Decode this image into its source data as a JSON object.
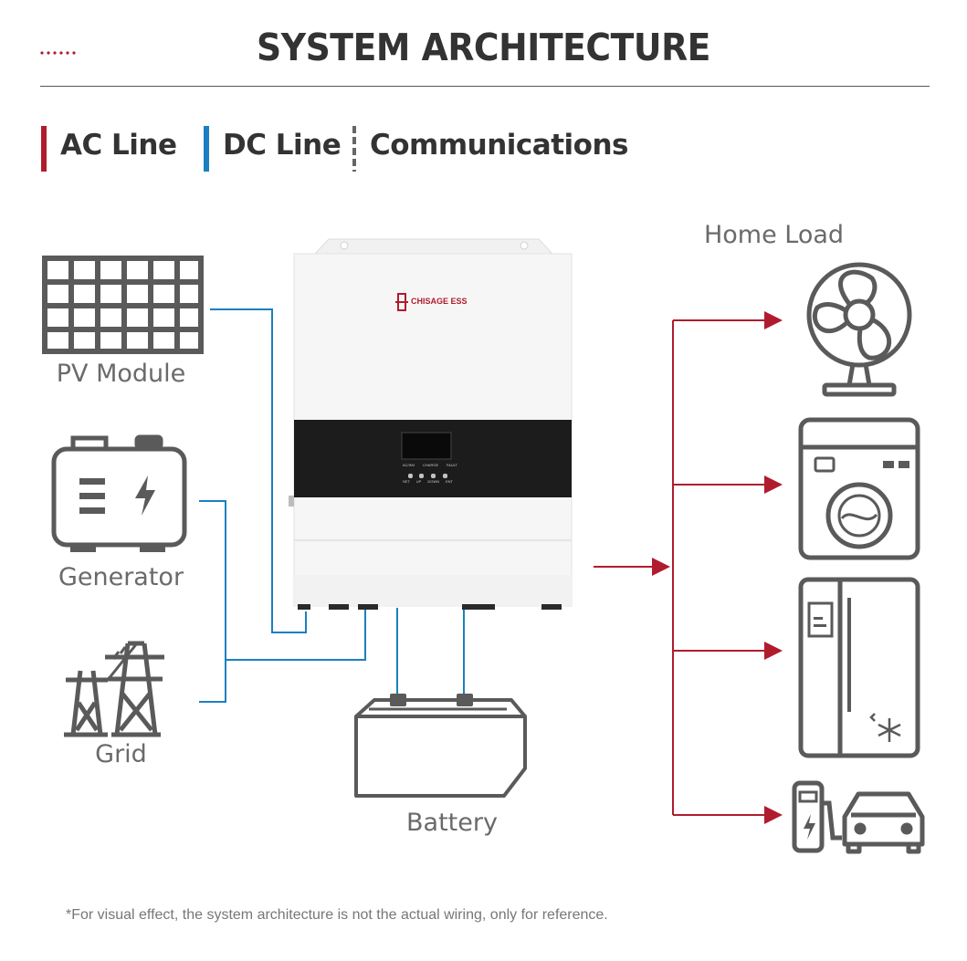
{
  "header": {
    "title": "SYSTEM ARCHITECTURE"
  },
  "legend": [
    {
      "label": "AC Line",
      "color": "#b01c2e",
      "style": "solid"
    },
    {
      "label": "DC Line",
      "color": "#1b7fc1",
      "style": "solid"
    },
    {
      "label": "Communications",
      "color": "#666666",
      "style": "dashed"
    }
  ],
  "sources": {
    "pv": "PV Module",
    "generator": "Generator",
    "grid": "Grid"
  },
  "storage": {
    "battery": "Battery"
  },
  "home_load": {
    "heading": "Home Load",
    "items": [
      "fan-icon",
      "washing-machine-icon",
      "refrigerator-icon",
      "ev-charger-icon"
    ]
  },
  "inverter": {
    "brand": "CHISAGE ESS",
    "indicators": [
      "AC/INV",
      "CHARGE",
      "FAULT"
    ],
    "buttons": [
      "SET",
      "UP",
      "DOWN",
      "ENT"
    ]
  },
  "footnote": "*For visual effect, the system architecture is not the actual wiring, only for reference."
}
